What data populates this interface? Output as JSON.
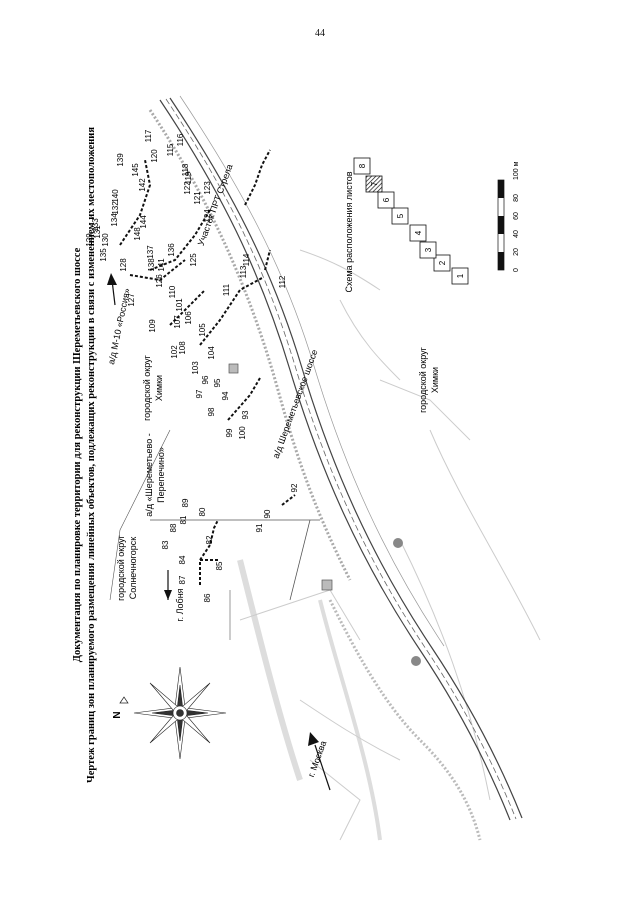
{
  "page": {
    "number": "44"
  },
  "title": {
    "line1": "Документация по планировке территории для реконструкции Шереметьевского шоссе",
    "line2": "Чертеж границ зон планируемого размещения линейных объектов, подлежащих реконструкции в связи с изменением их местоположения"
  },
  "compass": {
    "north": "N",
    "icon": "compass-rose-icon"
  },
  "labels": {
    "moscow": "г. Москва",
    "lobnya": "г. Лобня",
    "solnechnogorsk_1": "городской округ",
    "solnechnogorsk_2": "Солнечногорск",
    "khimki_a_1": "городской округ",
    "khimki_a_2": "Химки",
    "khimki_b_1": "городской округ",
    "khimki_b_2": "Химки",
    "road_sher_1": "а/д «Шереметьево -",
    "road_sher_2": "Перепечино»",
    "road_m10": "а/д М-10 «Россия»",
    "road_shosse": "а/д Шереметьевское шоссе",
    "prt": "Участок ПРТ Стрела",
    "scheme_title": "Схема расположения листов"
  },
  "points": [
    "86",
    "87",
    "84",
    "85",
    "83",
    "88",
    "81",
    "82",
    "80",
    "89",
    "90",
    "91",
    "92",
    "99",
    "100",
    "93",
    "98",
    "97",
    "94",
    "95",
    "96",
    "103",
    "102",
    "104",
    "105",
    "106",
    "101",
    "108",
    "107",
    "109",
    "110",
    "126",
    "125",
    "136",
    "127",
    "138",
    "141",
    "128",
    "137",
    "142",
    "148",
    "144",
    "134",
    "132",
    "145",
    "139",
    "135",
    "130",
    "131",
    "129",
    "133",
    "140",
    "111",
    "112",
    "113",
    "114",
    "121",
    "124",
    "123",
    "122",
    "118",
    "120",
    "117",
    "116",
    "115",
    "119"
  ],
  "sheets": [
    "1",
    "2",
    "3",
    "4",
    "5",
    "6",
    "7",
    "8"
  ],
  "scale": {
    "ticks": [
      "0",
      "20",
      "40",
      "60",
      "80",
      "100 м"
    ]
  }
}
